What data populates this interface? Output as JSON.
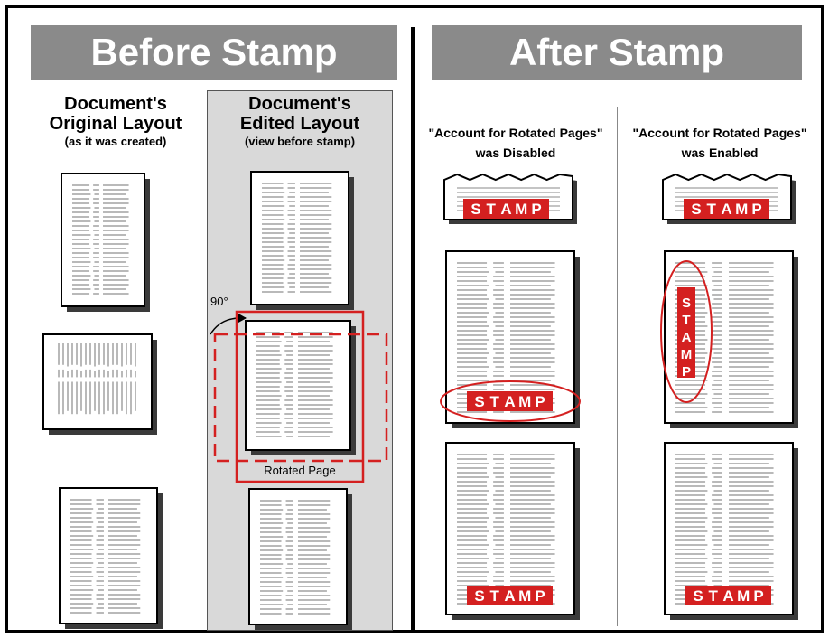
{
  "before": {
    "banner": "Before Stamp",
    "original": {
      "title_line1": "Document's",
      "title_line2": "Original Layout",
      "note": "(as it was created)"
    },
    "edited": {
      "title_line1": "Document's",
      "title_line2": "Edited Layout",
      "note": "(view before stamp)"
    },
    "rotation_label": "90°",
    "rotated_page_label": "Rotated Page"
  },
  "after": {
    "banner": "After Stamp",
    "disabled": {
      "line1": "\"Account for Rotated Pages\"",
      "line2": "was Disabled"
    },
    "enabled": {
      "line1": "\"Account for Rotated Pages\"",
      "line2": "was Enabled"
    },
    "stamp_text": "STAMP"
  },
  "colors": {
    "stamp_red": "#d42020",
    "highlight_red": "#d42020",
    "banner_gray": "#8a8a8a",
    "column_gray": "#d9d9d9"
  }
}
